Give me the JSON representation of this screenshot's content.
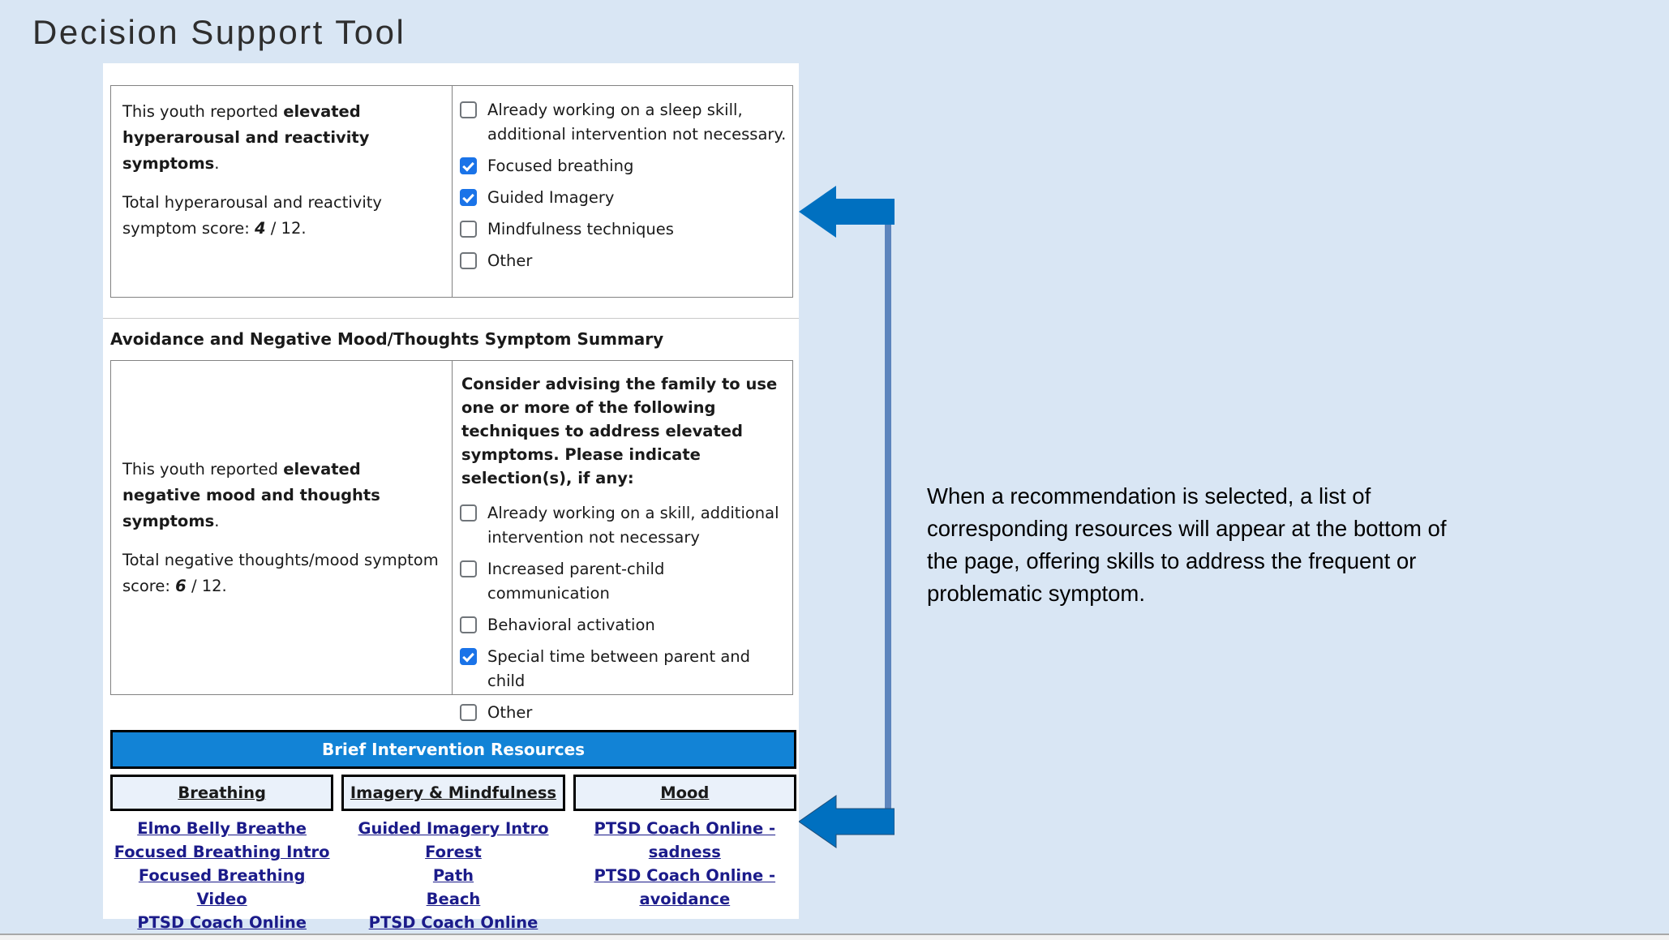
{
  "title": "Decision Support Tool",
  "panel": {
    "hyperarousal_box": {
      "summary_prefix": "This youth reported ",
      "summary_bold": "elevated hyperarousal and reactivity symptoms",
      "summary_suffix": ".",
      "score_prefix": "Total hyperarousal and reactivity symptom score: ",
      "score_value": "4",
      "score_suffix": " / 12.",
      "checkboxes": [
        {
          "label": "Already working on a sleep skill, additional intervention not necessary.",
          "checked": false
        },
        {
          "label": "Focused breathing",
          "checked": true
        },
        {
          "label": "Guided Imagery",
          "checked": true
        },
        {
          "label": "Mindfulness techniques",
          "checked": false
        },
        {
          "label": "Other",
          "checked": false
        }
      ]
    },
    "avoidance_header": "Avoidance and Negative Mood/Thoughts Symptom Summary",
    "mood_box": {
      "summary_prefix": "This youth reported ",
      "summary_bold": "elevated negative mood and thoughts symptoms",
      "summary_suffix": ".",
      "score_prefix": "Total negative thoughts/mood symptom score: ",
      "score_value": "6",
      "score_suffix": " / 12.",
      "instructions": "Consider advising the family to use one or more of the following techniques to address elevated symptoms. Please indicate selection(s), if any:",
      "checkboxes": [
        {
          "label": "Already working on a skill, additional intervention not necessary",
          "checked": false
        },
        {
          "label": "Increased parent-child communication",
          "checked": false
        },
        {
          "label": "Behavioral activation",
          "checked": false
        },
        {
          "label": "Special time between parent and child",
          "checked": true
        },
        {
          "label": "Other",
          "checked": false
        }
      ]
    },
    "resources": {
      "title": "Brief Intervention Resources",
      "columns": [
        {
          "header": "Breathing",
          "links": [
            "Elmo Belly Breathe",
            "Focused Breathing Intro",
            "Focused Breathing Video",
            "PTSD Coach Online"
          ]
        },
        {
          "header": "Imagery & Mindfulness",
          "links": [
            "Guided Imagery Intro",
            "Forest",
            "Path",
            "Beach",
            "PTSD Coach Online"
          ]
        },
        {
          "header": "Mood",
          "links": [
            "PTSD Coach Online - sadness",
            "PTSD Coach Online - avoidance"
          ]
        }
      ]
    }
  },
  "annotation": {
    "text": "When a recommendation is selected, a list of corresponding resources will appear at the bottom of the page, offering skills to address the frequent or problematic symptom."
  },
  "colors": {
    "background": "#D9E6F4",
    "arrow_blue": "#0070C0",
    "connector_blue": "#5D85BD",
    "resources_header_blue": "#1283D6",
    "resources_header_fill": "#EAF1FA",
    "link_navy": "#1B1B8A",
    "checkbox_checked_blue": "#1A73E8"
  }
}
